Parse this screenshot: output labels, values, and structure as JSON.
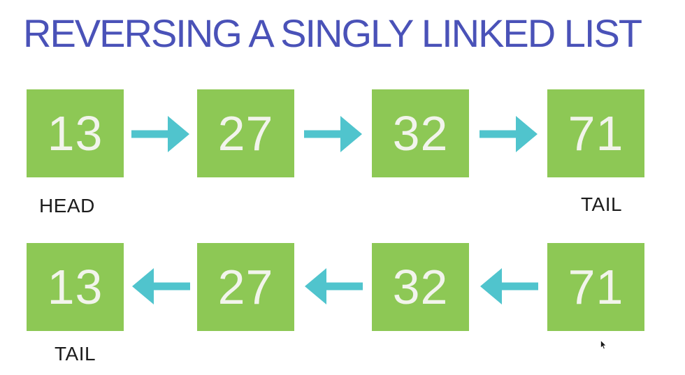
{
  "title": "REVERSING A SINGLY LINKED LIST",
  "colors": {
    "background": "#FFFFFF",
    "title_text": "#4A52B8",
    "node_fill": "#8DC855",
    "node_text": "#F2F4EC",
    "arrow": "#50C4CD",
    "label_text": "#1C1C1C"
  },
  "original_list": {
    "arrow_direction": "right",
    "head_label": "HEAD",
    "tail_label": "TAIL",
    "nodes": [
      "13",
      "27",
      "32",
      "71"
    ]
  },
  "reversed_list": {
    "arrow_direction": "left",
    "tail_label": "TAIL",
    "nodes": [
      "13",
      "27",
      "32",
      "71"
    ]
  }
}
